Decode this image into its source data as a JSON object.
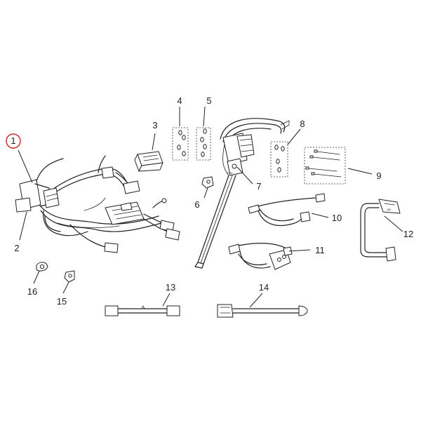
{
  "callouts": [
    {
      "id": "1",
      "label": "1",
      "highlighted": true
    },
    {
      "id": "2",
      "label": "2"
    },
    {
      "id": "3",
      "label": "3"
    },
    {
      "id": "4",
      "label": "4"
    },
    {
      "id": "5",
      "label": "5"
    },
    {
      "id": "6",
      "label": "6"
    },
    {
      "id": "7",
      "label": "7"
    },
    {
      "id": "8",
      "label": "8"
    },
    {
      "id": "9",
      "label": "9"
    },
    {
      "id": "10",
      "label": "10"
    },
    {
      "id": "11",
      "label": "11"
    },
    {
      "id": "12",
      "label": "12"
    },
    {
      "id": "13",
      "label": "13"
    },
    {
      "id": "14",
      "label": "14"
    },
    {
      "id": "15",
      "label": "15"
    },
    {
      "id": "16",
      "label": "16"
    }
  ],
  "colors": {
    "highlight_ring": "#d62020",
    "linework": "#222222"
  }
}
